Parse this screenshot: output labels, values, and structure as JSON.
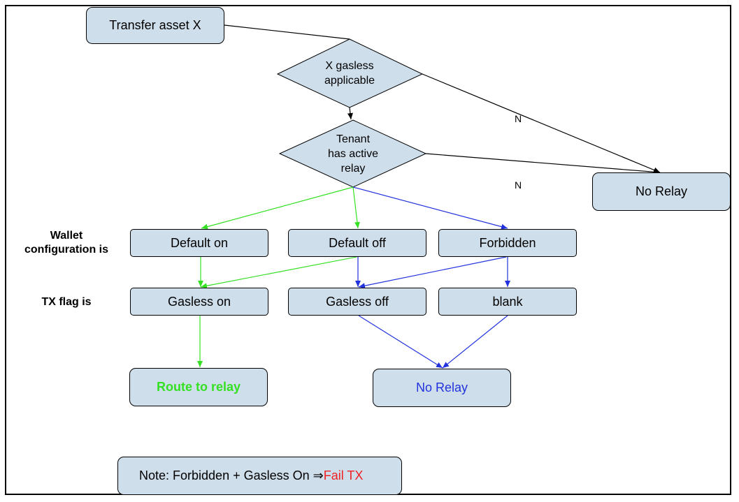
{
  "start": {
    "label": "Transfer asset X"
  },
  "decisions": {
    "gasless": {
      "line1": "X gasless",
      "line2": "applicable"
    },
    "relay": {
      "line1": "Tenant",
      "line2": "has active",
      "line3": "relay"
    }
  },
  "edge_labels": {
    "n1": "N",
    "n2": "N"
  },
  "no_relay_top": "No Relay",
  "row_labels": {
    "wallet_line1": "Wallet",
    "wallet_line2": "configuration is",
    "tx": "TX flag is"
  },
  "wallet_config": [
    "Default on",
    "Default off",
    "Forbidden"
  ],
  "tx_flags": [
    "Gasless on",
    "Gasless off",
    "blank"
  ],
  "outcomes": {
    "route": "Route to relay",
    "no_relay": "No Relay"
  },
  "note": {
    "prefix": "Note: Forbidden + Gasless On ",
    "arrow": "⇒",
    "fail": "Fail TX"
  },
  "colors": {
    "box_fill": "#cfdeeb",
    "green": "#35e024",
    "blue": "#2233dd",
    "red": "#ee2222"
  }
}
